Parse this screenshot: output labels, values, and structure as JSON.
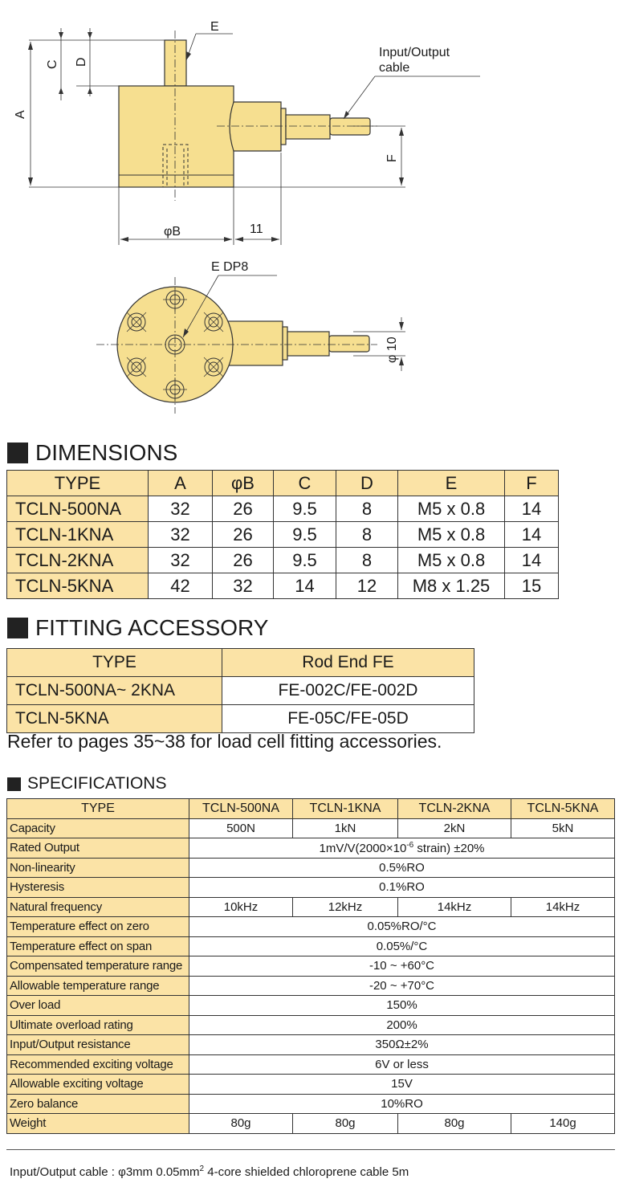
{
  "drawing": {
    "labels": {
      "e_top": "E",
      "io_cable_1": "Input/Output",
      "io_cable_2": "cable",
      "dim_a": "A",
      "dim_c": "C",
      "dim_d": "D",
      "dim_f": "F",
      "dim_b": "φB",
      "dim_11": "11",
      "e_dp8": "E  DP8",
      "phi10": "φ 10"
    },
    "colors": {
      "body": "#f6df90",
      "stroke": "#333333"
    }
  },
  "dimensions": {
    "title": "DIMENSIONS",
    "headers": [
      "TYPE",
      "A",
      "φB",
      "C",
      "D",
      "E",
      "F"
    ],
    "rows": [
      [
        "TCLN-500NA",
        "32",
        "26",
        "9.5",
        "8",
        "M5 x 0.8",
        "14"
      ],
      [
        "TCLN-1KNA",
        "32",
        "26",
        "9.5",
        "8",
        "M5 x 0.8",
        "14"
      ],
      [
        "TCLN-2KNA",
        "32",
        "26",
        "9.5",
        "8",
        "M5 x 0.8",
        "14"
      ],
      [
        "TCLN-5KNA",
        "42",
        "32",
        "14",
        "12",
        "M8 x 1.25",
        "15"
      ]
    ]
  },
  "fitting": {
    "title": "FITTING ACCESSORY",
    "headers": [
      "TYPE",
      "Rod End FE"
    ],
    "rows": [
      [
        "TCLN-500NA~ 2KNA",
        "FE-002C/FE-002D"
      ],
      [
        "TCLN-5KNA",
        "FE-05C/FE-05D"
      ]
    ],
    "note": "Refer to pages 35~38 for load cell fitting accessories."
  },
  "specifications": {
    "title": "SPECIFICATIONS",
    "headers": [
      "TYPE",
      "TCLN-500NA",
      "TCLN-1KNA",
      "TCLN-2KNA",
      "TCLN-5KNA"
    ],
    "capacity": {
      "label": "Capacity",
      "values": [
        "500N",
        "1kN",
        "2kN",
        "5kN"
      ]
    },
    "rated_output": {
      "label": "Rated Output",
      "prefix": "1mV/V(2000×10",
      "sup": "-6",
      "suffix": " strain) ±20%"
    },
    "shared_rows_1": [
      {
        "label": "Non-linearity",
        "value": "0.5%RO"
      },
      {
        "label": "Hysteresis",
        "value": "0.1%RO"
      }
    ],
    "natural_frequency": {
      "label": "Natural frequency",
      "values": [
        "10kHz",
        "12kHz",
        "14kHz",
        "14kHz"
      ]
    },
    "shared_rows_2": [
      {
        "label": "Temperature effect on zero",
        "value": "0.05%RO/°C"
      },
      {
        "label": "Temperature effect on span",
        "value": "0.05%/°C"
      },
      {
        "label": "Compensated temperature range",
        "value": "-10 ~ +60°C"
      },
      {
        "label": "Allowable temperature range",
        "value": "-20 ~ +70°C"
      },
      {
        "label": "Over load",
        "value": "150%"
      },
      {
        "label": "Ultimate overload rating",
        "value": "200%"
      },
      {
        "label": "Input/Output resistance",
        "value": "350Ω±2%"
      },
      {
        "label": "Recommended exciting voltage",
        "value": "6V or less"
      },
      {
        "label": "Allowable exciting voltage",
        "value": "15V"
      },
      {
        "label": "Zero balance",
        "value": "10%RO"
      }
    ],
    "weight": {
      "label": "Weight",
      "values": [
        "80g",
        "80g",
        "80g",
        "140g"
      ]
    }
  },
  "footer": {
    "prefix": "Input/Output cable :  φ3mm  0.05mm",
    "sup": "2",
    "suffix": " 4-core shielded  chloroprene cable 5m"
  }
}
